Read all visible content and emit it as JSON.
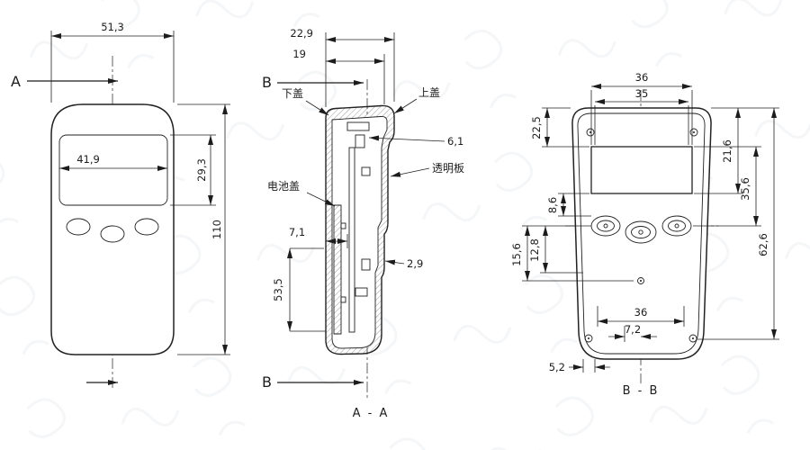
{
  "front": {
    "marker": "A",
    "dim_overall_width": "51,3",
    "dim_window_width": "41,9",
    "dim_window_height": "29,3",
    "dim_overall_height": "110"
  },
  "section": {
    "marker_top": "B",
    "marker_bottom": "B",
    "caption": "A - A",
    "label_lower_cover": "下盖",
    "label_upper_cover": "上盖",
    "label_transparent_plate": "透明板",
    "label_battery_cover": "电池盖",
    "dim_overall_depth": "22,9",
    "dim_inner_depth": "19",
    "dim_top_step": "6,1",
    "dim_battery_offset": "7,1",
    "dim_battery_length": "53,5",
    "dim_wall_step": "2,9"
  },
  "back": {
    "caption": "B - B",
    "dim_top_width": "36",
    "dim_top_width_inner": "35",
    "dim_top_to_window": "22,5",
    "dim_window_to_buttons": "8,6",
    "dim_right_upper": "21,6",
    "dim_right_middle": "35,6",
    "dim_right_overall": "62,6",
    "dim_left_lower": "15,6",
    "dim_left_inner": "12,8",
    "dim_bottom_width": "36",
    "dim_center_offset": "7,2",
    "dim_corner_offset": "5,2"
  }
}
